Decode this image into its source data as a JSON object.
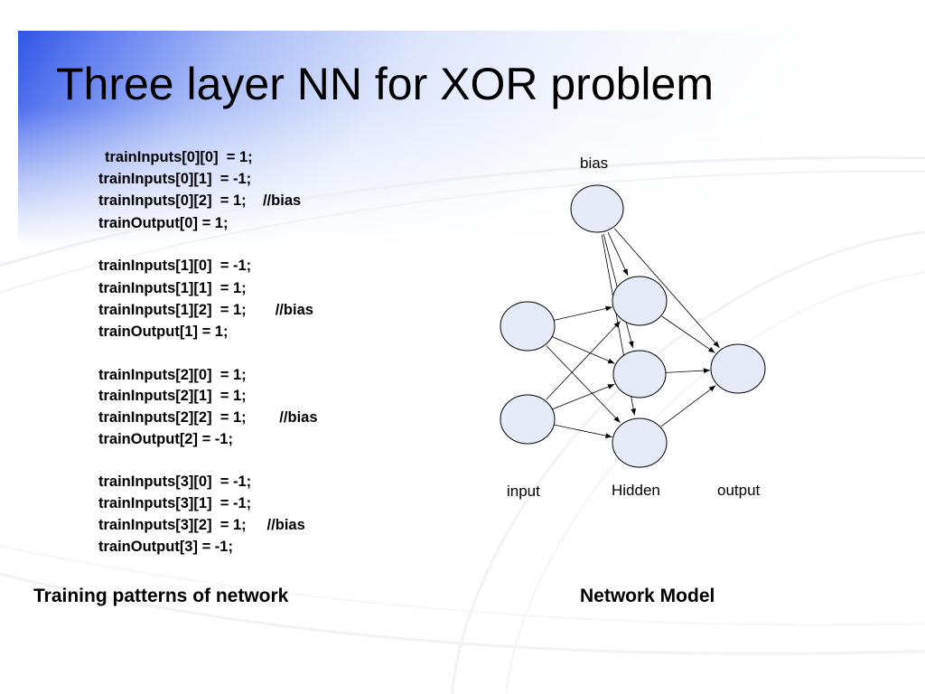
{
  "slide": {
    "title": "Three layer NN for XOR problem"
  },
  "training_patterns": {
    "lines": [
      {
        "text": "trainInputs[0][0]  = 1;",
        "comment": ""
      },
      {
        "text": "trainInputs[0][1]  = -1;",
        "comment": ""
      },
      {
        "text": "trainInputs[0][2]  = 1;    //",
        "comment": "bias"
      },
      {
        "text": "trainOutput[0] = 1;",
        "comment": ""
      },
      {
        "text": "trainInputs[1][0]  = -1;",
        "comment": ""
      },
      {
        "text": "trainInputs[1][1]  = 1;",
        "comment": ""
      },
      {
        "text": "trainInputs[1][2]  = 1;       //",
        "comment": "bias"
      },
      {
        "text": "trainOutput[1] = 1;",
        "comment": ""
      },
      {
        "text": "trainInputs[2][0]  = 1;",
        "comment": ""
      },
      {
        "text": "trainInputs[2][1]  = 1;",
        "comment": ""
      },
      {
        "text": "trainInputs[2][2]  = 1;        //",
        "comment": "bias"
      },
      {
        "text": "trainOutput[2] = -1;",
        "comment": ""
      },
      {
        "text": "trainInputs[3][0]  = -1;",
        "comment": ""
      },
      {
        "text": "trainInputs[3][1]  = -1;",
        "comment": ""
      },
      {
        "text": "trainInputs[3][2]  = 1;     //",
        "comment": "bias"
      },
      {
        "text": "trainOutput[3] = -1;",
        "comment": ""
      }
    ],
    "caption": "Training patterns of network"
  },
  "network": {
    "labels": {
      "bias": "bias",
      "input": "input",
      "hidden": "Hidden",
      "output": "output"
    },
    "caption": "Network Model",
    "node_fill": "#e6ebf9",
    "layers": {
      "bias": [
        "bias"
      ],
      "input": [
        "in1",
        "in2"
      ],
      "hidden": [
        "h1",
        "h2",
        "h3"
      ],
      "output": [
        "out"
      ]
    },
    "edges": [
      [
        "bias",
        "h1"
      ],
      [
        "bias",
        "h2"
      ],
      [
        "bias",
        "h3"
      ],
      [
        "bias",
        "out"
      ],
      [
        "in1",
        "h1"
      ],
      [
        "in1",
        "h2"
      ],
      [
        "in1",
        "h3"
      ],
      [
        "in2",
        "h1"
      ],
      [
        "in2",
        "h2"
      ],
      [
        "in2",
        "h3"
      ],
      [
        "h1",
        "out"
      ],
      [
        "h2",
        "out"
      ],
      [
        "h3",
        "out"
      ]
    ]
  },
  "theme": {
    "accent": "#2f55e6"
  }
}
